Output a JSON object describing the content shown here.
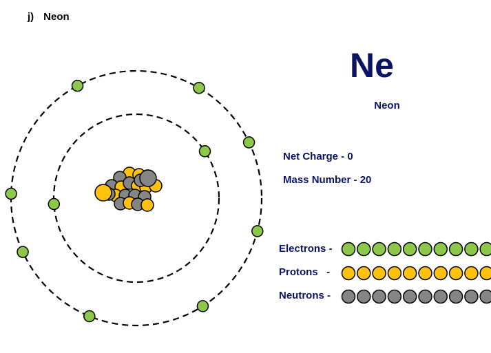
{
  "heading": {
    "label": "j)",
    "name": "Neon"
  },
  "element": {
    "symbol": "Ne",
    "name": "Neon"
  },
  "info": {
    "net_charge": "Net Charge - 0",
    "mass_number": "Mass Number - 20"
  },
  "legend": {
    "electrons": "Electrons -",
    "protons": "Protons   -",
    "neutrons": "Neutrons -"
  },
  "counts": {
    "electrons": 10,
    "protons": 10,
    "neutrons": 10
  },
  "shells": {
    "inner_electrons": 2,
    "outer_electrons": 8
  },
  "colors": {
    "electron": "#8dc84a",
    "proton": "#fdc10f",
    "neutron": "#858585",
    "text_dark_blue": "#0b1464",
    "outline": "#000000"
  }
}
